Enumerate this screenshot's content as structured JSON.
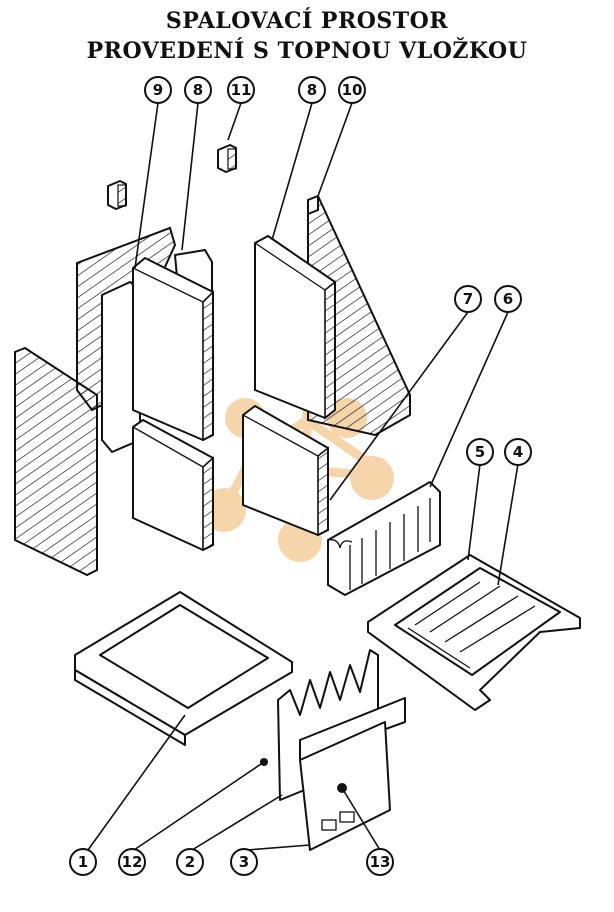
{
  "title": {
    "line1": "SPALOVACÍ PROSTOR",
    "line2": "PROVEDENÍ S TOPNOU VLOŽKOU"
  },
  "callouts": [
    {
      "id": "c9",
      "text": "9"
    },
    {
      "id": "c8a",
      "text": "8"
    },
    {
      "id": "c11",
      "text": "11"
    },
    {
      "id": "c8b",
      "text": "8"
    },
    {
      "id": "c10",
      "text": "10"
    },
    {
      "id": "c7",
      "text": "7"
    },
    {
      "id": "c6",
      "text": "6"
    },
    {
      "id": "c5",
      "text": "5"
    },
    {
      "id": "c4",
      "text": "4"
    },
    {
      "id": "c1",
      "text": "1"
    },
    {
      "id": "c12",
      "text": "12"
    },
    {
      "id": "c2",
      "text": "2"
    },
    {
      "id": "c3",
      "text": "3"
    },
    {
      "id": "c13",
      "text": "13"
    }
  ],
  "colors": {
    "ink": "#111111",
    "watermark": "#f3c78e"
  }
}
